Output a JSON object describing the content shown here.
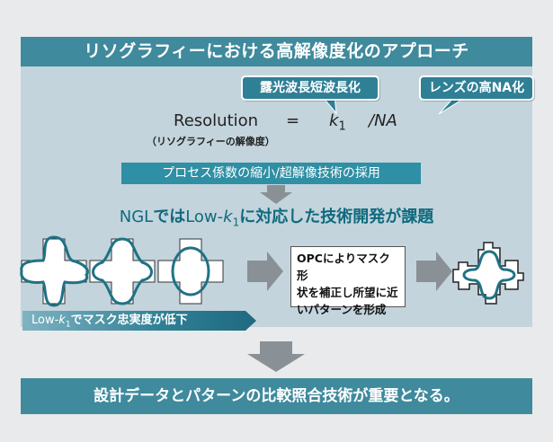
{
  "title": "リソグラフィーにおける高解像度化のアプローチ",
  "tags": {
    "wavelength": "露光波長短波長化",
    "high_na": "レンズの高NA化"
  },
  "equation": {
    "lhs": "Resolution",
    "equals": "=",
    "k": "k",
    "k_sub": "1",
    "na": "/NA",
    "lhs_note": "（リソグラフィーの解像度）"
  },
  "process_text": "プロセス係数の縮小/超解像技術の採用",
  "ngl_text": {
    "pre": "NGL",
    "mid1": "では",
    "mid2": "Low-",
    "k": "k",
    "sub": "1",
    "post": "に対応した技術開発が課題"
  },
  "opc_box": {
    "line1": "OPCによりマスク形",
    "line2": "状を補正し所望に近",
    "line3": "いパターンを形成"
  },
  "lowk_label": {
    "pre": "Low-",
    "k": "k",
    "sub": "1",
    "post": "でマスク忠実度が低下"
  },
  "conclusion": "設計データとパターンの比較照合技術が重要となる。",
  "colors": {
    "title_bg": "#3f8a9c",
    "panel_bg": "#c3d4dc",
    "page_bg": "#e8eaeb",
    "accent_text": "#0f6a7e",
    "pattern_teal": "#2f7f95",
    "arrow_gray": "#8a9196"
  }
}
